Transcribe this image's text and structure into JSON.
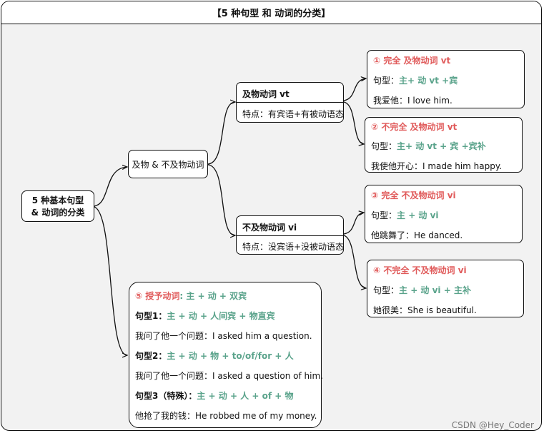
{
  "title": "【5 种句型 和 动词的分类】",
  "root": {
    "line1": "5 种基本句型",
    "line2": "& 动词的分类"
  },
  "branch": "及物 & 不及物动词",
  "vt": {
    "title": "及物动词 vt",
    "feature": "特点：有宾语+有被动语态"
  },
  "vi": {
    "title": "不及物动词 vi",
    "feature": "特点：没宾语+没被动语态"
  },
  "p1": {
    "head": "①  完全 及物动词 vt",
    "label": "句型：",
    "pattern": "主+ 动 vt +宾",
    "example": "我爱他：I love him."
  },
  "p2": {
    "head": "② 不完全 及物动词 vt",
    "label": "句型：",
    "pattern": "主+ 动 vt + 宾 +宾补",
    "example": "我使他开心：I made him happy."
  },
  "p3": {
    "head": "③ 完全 不及物动词 vi",
    "label": "句型：",
    "pattern": "主 + 动 vi",
    "example": "他跳舞了：He danced."
  },
  "p4": {
    "head": "④ 不完全 不及物动词 vi",
    "label": "句型：",
    "pattern": "主 + 动 vi + 主补",
    "example": "她很美：She is beautiful."
  },
  "p5": {
    "head_red": "⑤ 授予动词",
    "head_teal": ": 主 + 动 + 双宾",
    "t1_label": "句型1：",
    "t1_pattern": "主 + 动 + 人间宾 + 物直宾",
    "t1_example": "我问了他一个问题：I asked him a question.",
    "t2_label": "句型2：",
    "t2_pattern": "主 + 动 + 物 + to/of/for + 人",
    "t2_example": "我问了他一个问题：I asked  a question of him.",
    "t3_label": "句型3（特殊）：",
    "t3_pattern": "主 + 动 + 人 + of + 物",
    "t3_example": "他抢了我的钱：He robbed me of my money."
  },
  "watermark": "CSDN @Hey_Coder",
  "colors": {
    "accent_red": "#e05a5a",
    "accent_teal": "#5aa38b",
    "background": "#f2f2f2",
    "border": "#111111"
  }
}
